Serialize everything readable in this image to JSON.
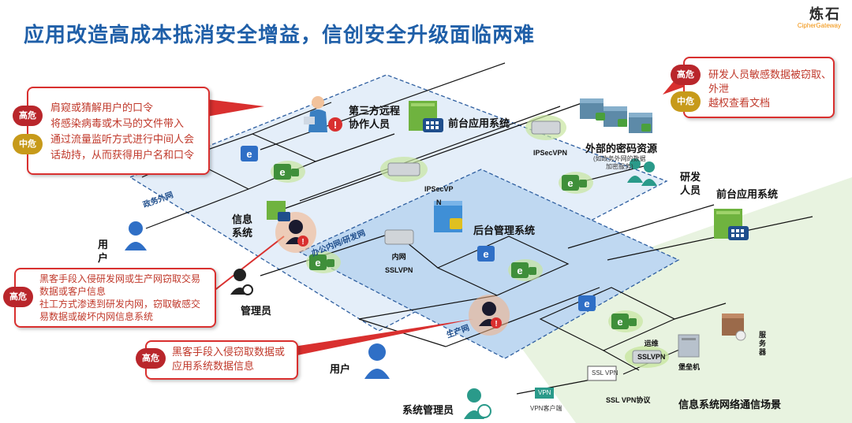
{
  "title": "应用改造高成本抵消安全增益，信创安全升级面临两难",
  "logo": {
    "cn": "炼石",
    "en": "CipherGateway"
  },
  "colors": {
    "accent": "#1f5fa8",
    "risk_high": "#b9262b",
    "risk_mid": "#c79a1a",
    "callout_border": "#d9302f"
  },
  "zones": {
    "gov": "政务外网",
    "office": "办公内网/研发网",
    "prod": "生产网"
  },
  "labels": {
    "third_party": [
      "第三方远程",
      "协作人员"
    ],
    "front_app_top": "前台应用系统",
    "ipsec_vpn_top": "IPSecVPN",
    "ext_crypto": "外部的密码资源",
    "ext_crypto_note": [
      "(如政务外网的数据",
      "加密服务)"
    ],
    "rd_staff": [
      "研发",
      "人员"
    ],
    "front_app_right": "前台应用系统",
    "ipsec_vpn_mid": [
      "IPSecVP",
      "N"
    ],
    "info_system": [
      "信息",
      "系统"
    ],
    "user_left": [
      "用",
      "户"
    ],
    "back_mgmt": "后台管理系统",
    "intranet_ssl": [
      "内网",
      "SSLVPN"
    ],
    "admin": "管理员",
    "ops_ssl": [
      "运维",
      "SSLVPN"
    ],
    "bastion": "堡垒机",
    "server": [
      "服",
      "务",
      "器"
    ],
    "user_bottom": "用户",
    "ssl_vpn_box": "SSL VPN",
    "ssl_vpn_protocol": "SSL VPN协议",
    "vpn_box": "VPN",
    "vpn_client": "VPN客户端",
    "sys_admin": "系统管理员",
    "scenario": "信息系统网络通信场景"
  },
  "callouts": {
    "top_left": {
      "badges": [
        "高危",
        "中危"
      ],
      "lines": [
        "肩窥或猜解用户的口令",
        "将感染病毒或木马的文件带入",
        "通过流量监听方式进行中间人会",
        "话劫持，从而获得用户名和口令"
      ]
    },
    "top_right": {
      "badges": [
        "高危",
        "中危"
      ],
      "lines": [
        "研发人员敏感数据被窃取、",
        "外泄",
        "越权查看文档"
      ]
    },
    "mid_left": {
      "badges": [
        "高危"
      ],
      "lines": [
        "黑客手段入侵研发网或生产网窃取交易",
        "数据或客户信息",
        "社工方式渗透到研发内网，窃取敏感交",
        "易数据或破坏内网信息系统"
      ]
    },
    "bottom": {
      "badges": [
        "高危"
      ],
      "lines": [
        "黑客手段入侵窃取数据或",
        "应用系统数据信息"
      ]
    }
  }
}
